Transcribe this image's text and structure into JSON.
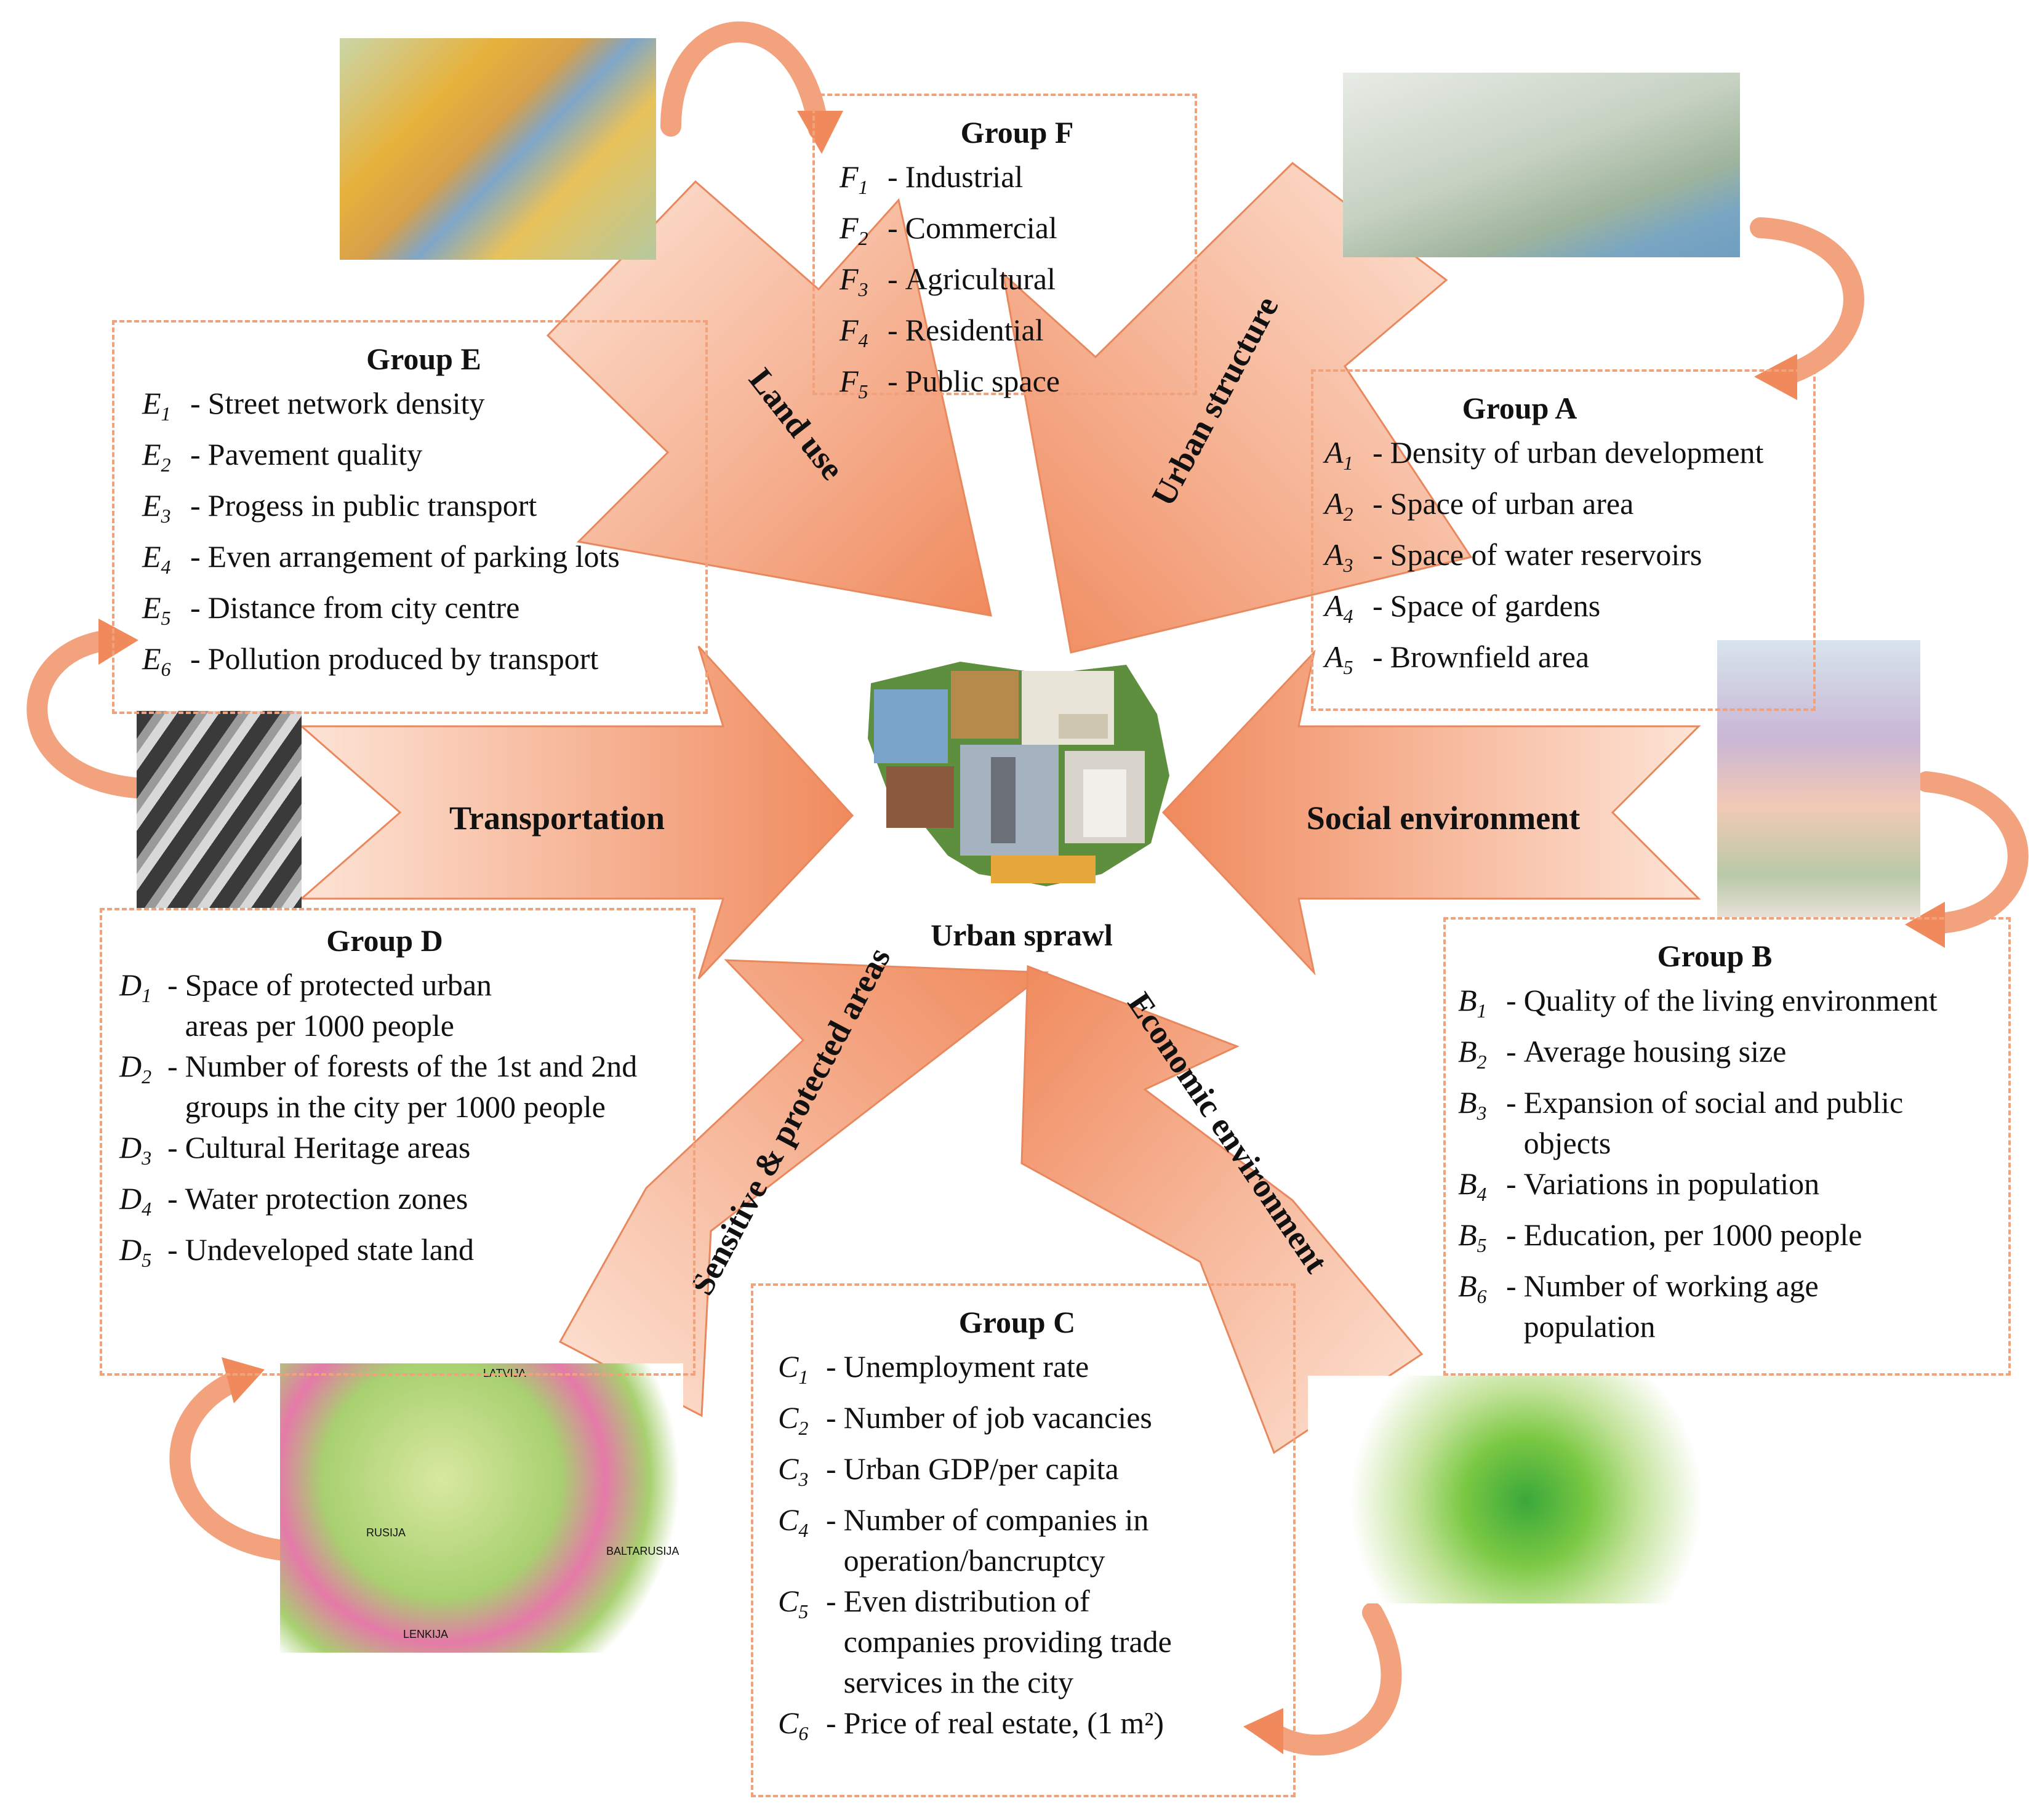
{
  "center": {
    "label": "Urban sprawl"
  },
  "arrows": {
    "land_use": "Land use",
    "urban_structure": "Urban structure",
    "transportation": "Transportation",
    "social_environment": "Social environment",
    "sensitive_protected": "Sensitive & protected areas",
    "economic_environment": "Economic environment"
  },
  "groups": {
    "F": {
      "title": "Group F",
      "items": [
        {
          "code": "F",
          "sub": "1",
          "text": "Industrial"
        },
        {
          "code": "F",
          "sub": "2",
          "text": "Commercial"
        },
        {
          "code": "F",
          "sub": "3",
          "text": "Agricultural"
        },
        {
          "code": "F",
          "sub": "4",
          "text": "Residential"
        },
        {
          "code": "F",
          "sub": "5",
          "text": "Public space"
        }
      ]
    },
    "E": {
      "title": "Group E",
      "items": [
        {
          "code": "E",
          "sub": "1",
          "text": "Street network density"
        },
        {
          "code": "E",
          "sub": "2",
          "text": "Pavement quality"
        },
        {
          "code": "E",
          "sub": "3",
          "text": "Progess in public transport"
        },
        {
          "code": "E",
          "sub": "4",
          "text": "Even arrangement of parking lots"
        },
        {
          "code": "E",
          "sub": "5",
          "text": "Distance from city centre"
        },
        {
          "code": "E",
          "sub": "6",
          "text": "Pollution produced by transport"
        }
      ]
    },
    "A": {
      "title": "Group A",
      "items": [
        {
          "code": "A",
          "sub": "1",
          "text": "Density of urban development"
        },
        {
          "code": "A",
          "sub": "2",
          "text": "Space of urban area"
        },
        {
          "code": "A",
          "sub": "3",
          "text": "Space of water reservoirs"
        },
        {
          "code": "A",
          "sub": "4",
          "text": "Space of gardens"
        },
        {
          "code": "A",
          "sub": "5",
          "text": "Brownfield area"
        }
      ]
    },
    "D": {
      "title": "Group D",
      "items": [
        {
          "code": "D",
          "sub": "1",
          "text": "Space of protected urban\nareas per 1000 people"
        },
        {
          "code": "D",
          "sub": "2",
          "text": "Number of forests of the 1st and 2nd\ngroups in the city per 1000 people"
        },
        {
          "code": "D",
          "sub": "3",
          "text": "Cultural Heritage areas"
        },
        {
          "code": "D",
          "sub": "4",
          "text": "Water protection zones"
        },
        {
          "code": "D",
          "sub": "5",
          "text": "Undeveloped state land"
        }
      ]
    },
    "B": {
      "title": "Group B",
      "items": [
        {
          "code": "B",
          "sub": "1",
          "text": "Quality of the living environment"
        },
        {
          "code": "B",
          "sub": "2",
          "text": "Average housing size"
        },
        {
          "code": "B",
          "sub": "3",
          "text": "Expansion of social and public\nobjects"
        },
        {
          "code": "B",
          "sub": "4",
          "text": "Variations in population"
        },
        {
          "code": "B",
          "sub": "5",
          "text": "Education, per 1000 people"
        },
        {
          "code": "B",
          "sub": "6",
          "text": "Number of working age\npopulation"
        }
      ]
    },
    "C": {
      "title": "Group C",
      "items": [
        {
          "code": "C",
          "sub": "1",
          "text": "Unemployment rate"
        },
        {
          "code": "C",
          "sub": "2",
          "text": "Number of job vacancies"
        },
        {
          "code": "C",
          "sub": "3",
          "text": "Urban GDP/per capita"
        },
        {
          "code": "C",
          "sub": "4",
          "text": "Number of companies in\noperation/bancruptcy"
        },
        {
          "code": "C",
          "sub": "5",
          "text": "Even distribution of\ncompanies providing trade\nservices in the city"
        },
        {
          "code": "C",
          "sub": "6",
          "text": "Price of real estate, (1 m²)"
        }
      ]
    }
  },
  "map_labels": {
    "latvija": "LATVIJA",
    "rusija": "RUSIJA",
    "lenkija": "LENKIJA",
    "baltarusija": "BALTARUSIJA"
  },
  "colors": {
    "arrow_light": "#fde4d6",
    "arrow_dark": "#f08a5d",
    "box_border": "#f2a27a"
  }
}
